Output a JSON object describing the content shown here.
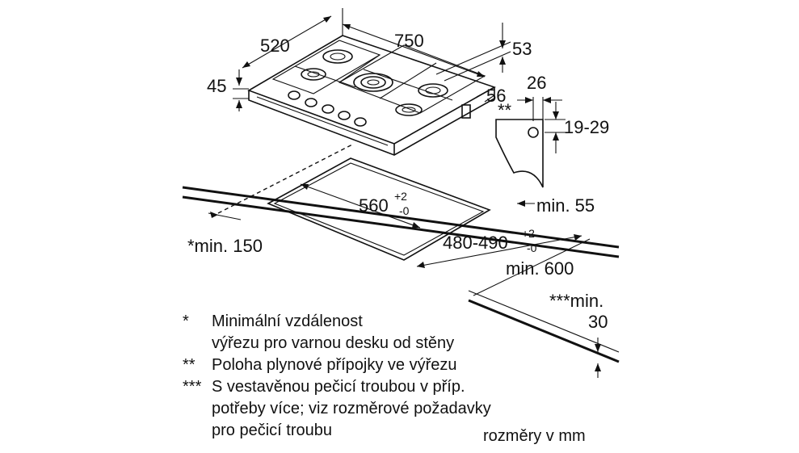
{
  "dimensions": {
    "depth": "520",
    "width": "750",
    "top_offset": "53",
    "height": "45",
    "side_offset": "56",
    "profile_thickness": "26",
    "gas_marker": "**",
    "counter_range": "19-29",
    "min_55": "min. 55",
    "cutout_width_main": "560",
    "cutout_width_sup": "+2",
    "cutout_width_sub": "-0",
    "cutout_depth_main": "480-490",
    "cutout_depth_sup": "+2",
    "cutout_depth_sub": "-0",
    "min_150": "*min. 150",
    "min_600": "min. 600",
    "min_30_line1": "***min.",
    "min_30_line2": "30"
  },
  "notes": [
    {
      "marker": "*",
      "line1": "Minimální vzdálenost",
      "line2": "výřezu pro varnou desku od stěny"
    },
    {
      "marker": "**",
      "line1": "Poloha plynové přípojky ve výřezu"
    },
    {
      "marker": "***",
      "line1": "S vestavěnou pečicí troubou v příp.",
      "line2": "potřeby více; viz rozměrové požadavky",
      "line3": "pro pečicí troubu"
    }
  ],
  "units": "rozměry v mm"
}
